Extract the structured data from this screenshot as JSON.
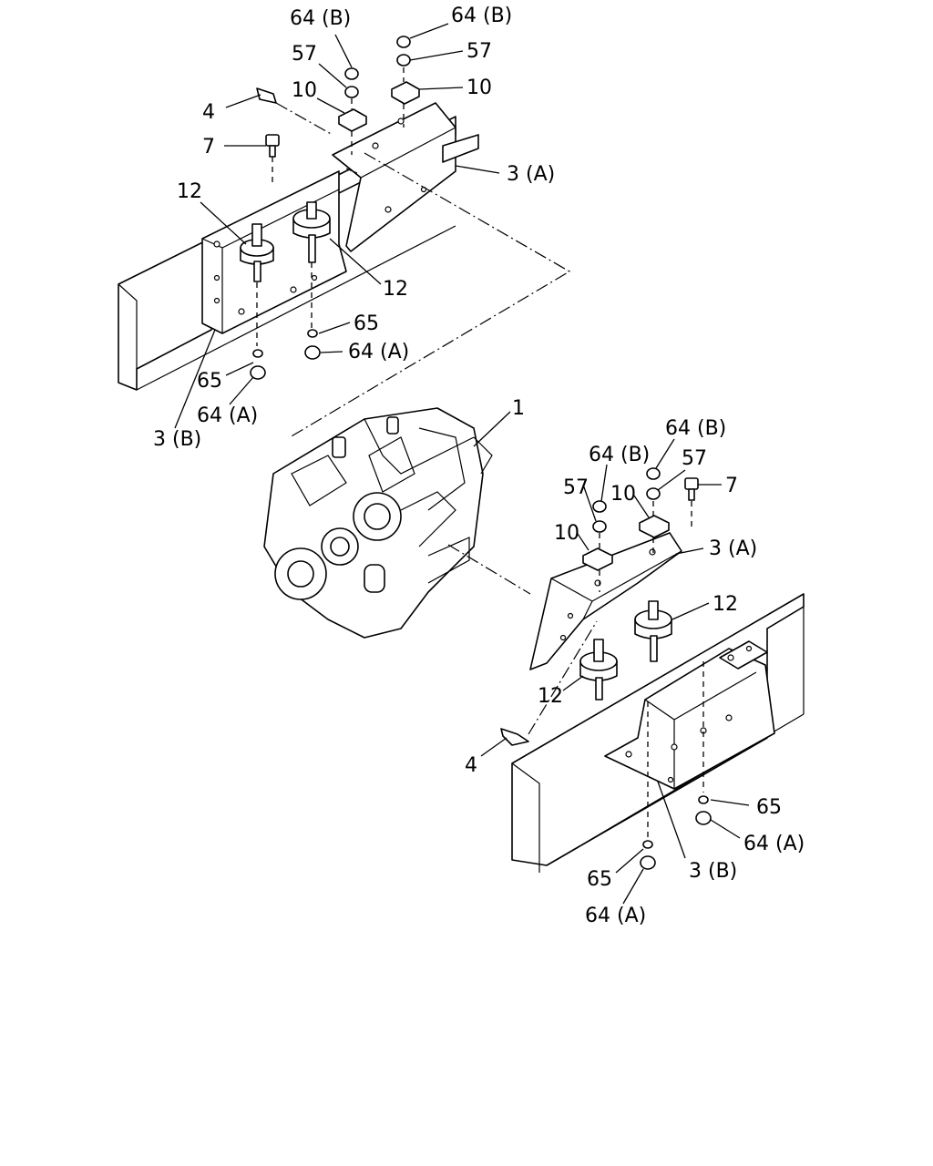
{
  "labels": {
    "l01": "64 (B)",
    "l02": "64 (B)",
    "l03": "57",
    "l04": "57",
    "l05": "10",
    "l06": "10",
    "l07": "4",
    "l08": "7",
    "l09": "3 (A)",
    "l10": "12",
    "l11": "12",
    "l12": "65",
    "l13": "64 (A)",
    "l14": "65",
    "l15": "64 (A)",
    "l16": "3 (B)",
    "l17": "1",
    "l18": "64 (B)",
    "l19": "64 (B)",
    "l20": "57",
    "l21": "57",
    "l22": "7",
    "l23": "10",
    "l24": "10",
    "l25": "3 (A)",
    "l26": "12",
    "l27": "12",
    "l28": "4",
    "l29": "65",
    "l30": "64 (A)",
    "l31": "3 (B)",
    "l32": "65",
    "l33": "64 (A)"
  }
}
